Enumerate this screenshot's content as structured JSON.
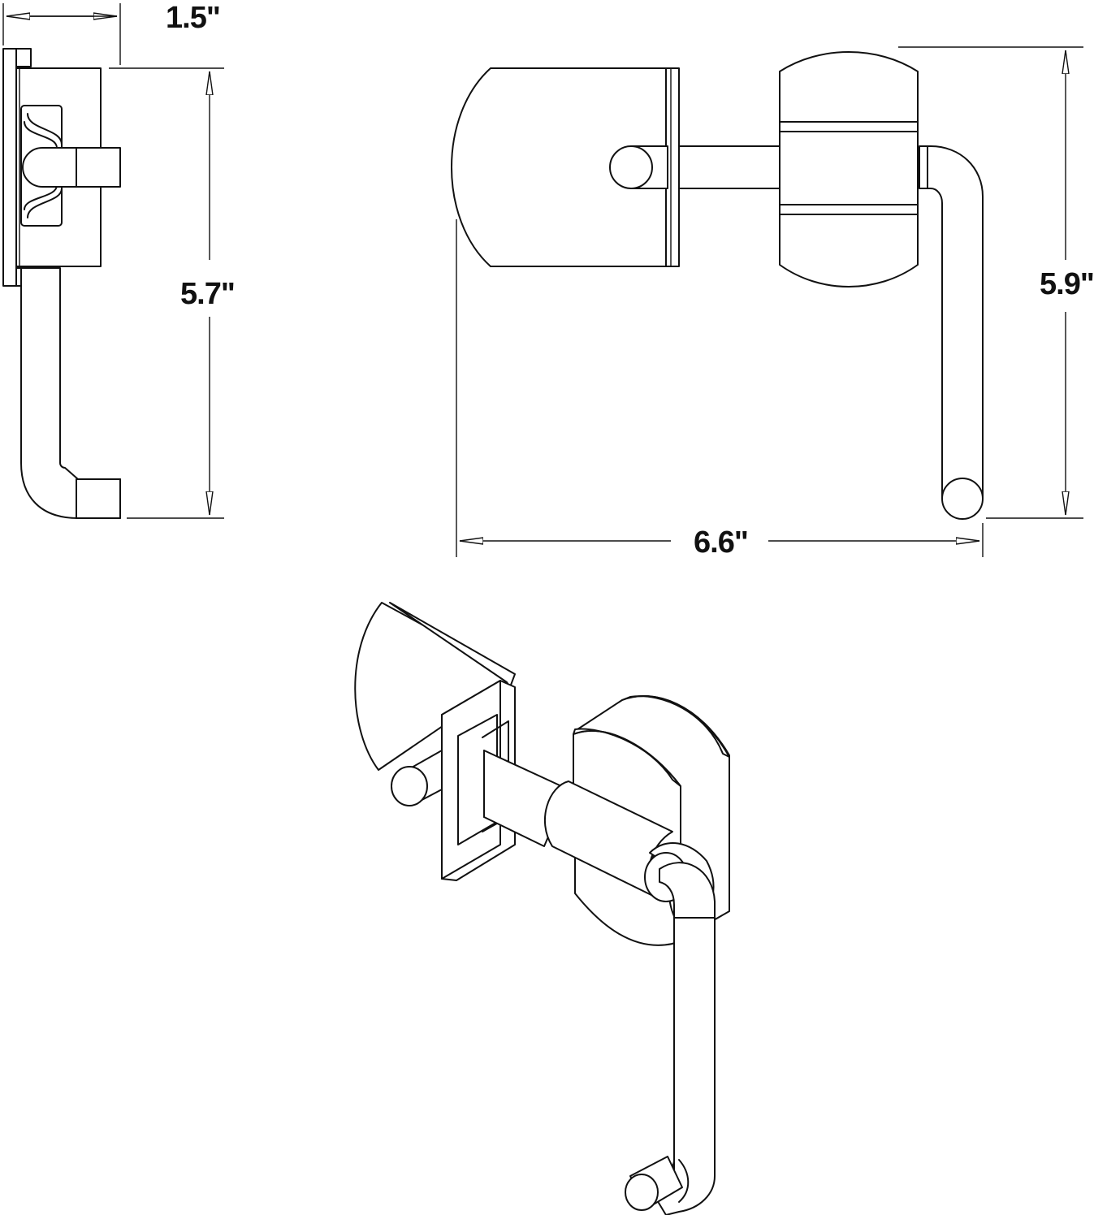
{
  "dimensions": {
    "side_depth": "1.5\"",
    "side_height": "5.7\"",
    "front_height": "5.9\"",
    "front_width": "6.6\""
  },
  "colors": {
    "line": "#111111",
    "background": "#ffffff"
  }
}
